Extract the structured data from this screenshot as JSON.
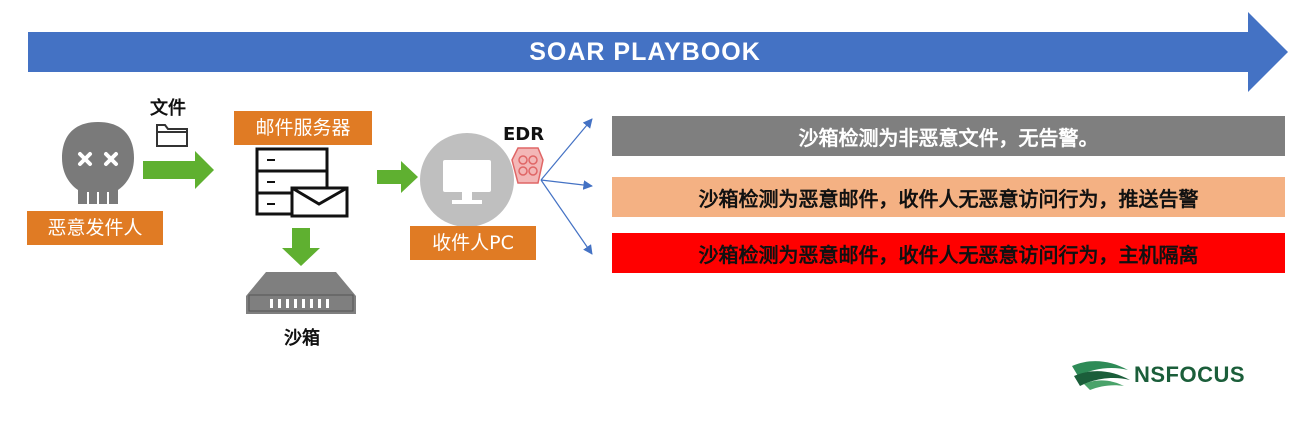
{
  "banner": {
    "title": "SOAR  PLAYBOOK",
    "color": "#4472c4"
  },
  "nodes": {
    "sender": "恶意发件人",
    "file": "文件",
    "mail_server": "邮件服务器",
    "sandbox": "沙箱",
    "recipient_pc": "收件人PC",
    "edr": "EDR"
  },
  "outcomes": [
    {
      "text": "沙箱检测为非恶意文件，无告警。"
    },
    {
      "text": "沙箱检测为恶意邮件，收件人无恶意访问行为，推送告警"
    },
    {
      "text": "沙箱检测为恶意邮件，收件人无恶意访问行为，主机隔离"
    }
  ],
  "logo": {
    "text": "NSFOCUS"
  },
  "colors": {
    "orange": "#e07b24",
    "green": "#5fb030",
    "gray": "#7f7f7f",
    "peach": "#f4b183",
    "red": "#ff0000"
  }
}
